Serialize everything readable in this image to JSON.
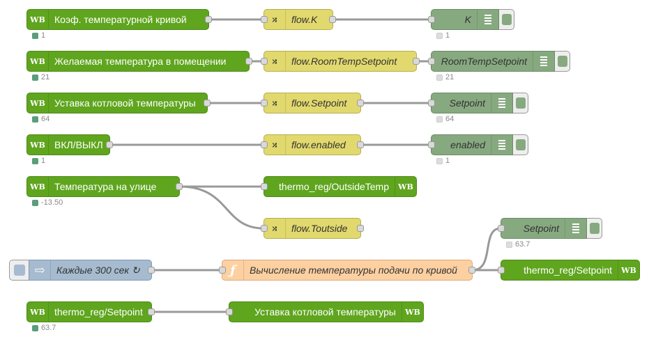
{
  "nodes": {
    "n1": {
      "label": "Коэф. температурной кривой",
      "status": "1",
      "icon": "wb-icon"
    },
    "c1": {
      "label": "flow.K",
      "icon": "shuffle-icon"
    },
    "d1": {
      "label": "K",
      "status": "1"
    },
    "n2": {
      "label": "Желаемая температура в помещении",
      "status": "21",
      "icon": "wb-icon"
    },
    "c2": {
      "label": "flow.RoomTempSetpoint"
    },
    "d2": {
      "label": "RoomTempSetpoint",
      "status": "21"
    },
    "n3": {
      "label": "Уставка котловой температуры",
      "status": "64"
    },
    "c3": {
      "label": "flow.Setpoint"
    },
    "d3": {
      "label": "Setpoint",
      "status": "64"
    },
    "n4": {
      "label": "ВКЛ/ВЫКЛ",
      "status": "1"
    },
    "c4": {
      "label": "flow.enabled"
    },
    "d4": {
      "label": "enabled",
      "status": "1"
    },
    "n5": {
      "label": "Температура на улице",
      "status": "-13.50"
    },
    "o5": {
      "label": "thermo_reg/OutsideTemp"
    },
    "c5": {
      "label": "flow.Toutside"
    },
    "i6": {
      "label": "Каждые 300 сек ↻"
    },
    "f6": {
      "label": "Вычисление температуры подачи по кривой"
    },
    "d6": {
      "label": "Setpoint",
      "status": "63.7"
    },
    "o6": {
      "label": "thermo_reg/Setpoint"
    },
    "n7": {
      "label": "thermo_reg/Setpoint",
      "status": "63.7"
    },
    "o7": {
      "label": "Уставка котловой температуры"
    }
  },
  "wb_text": "WB",
  "colors": {
    "wb": "#5fa51e",
    "change": "#e2d96e",
    "debug": "#87a980",
    "function": "#fdd0a2",
    "inject": "#a6bbcf",
    "status_dot": "#5a9e7a"
  }
}
